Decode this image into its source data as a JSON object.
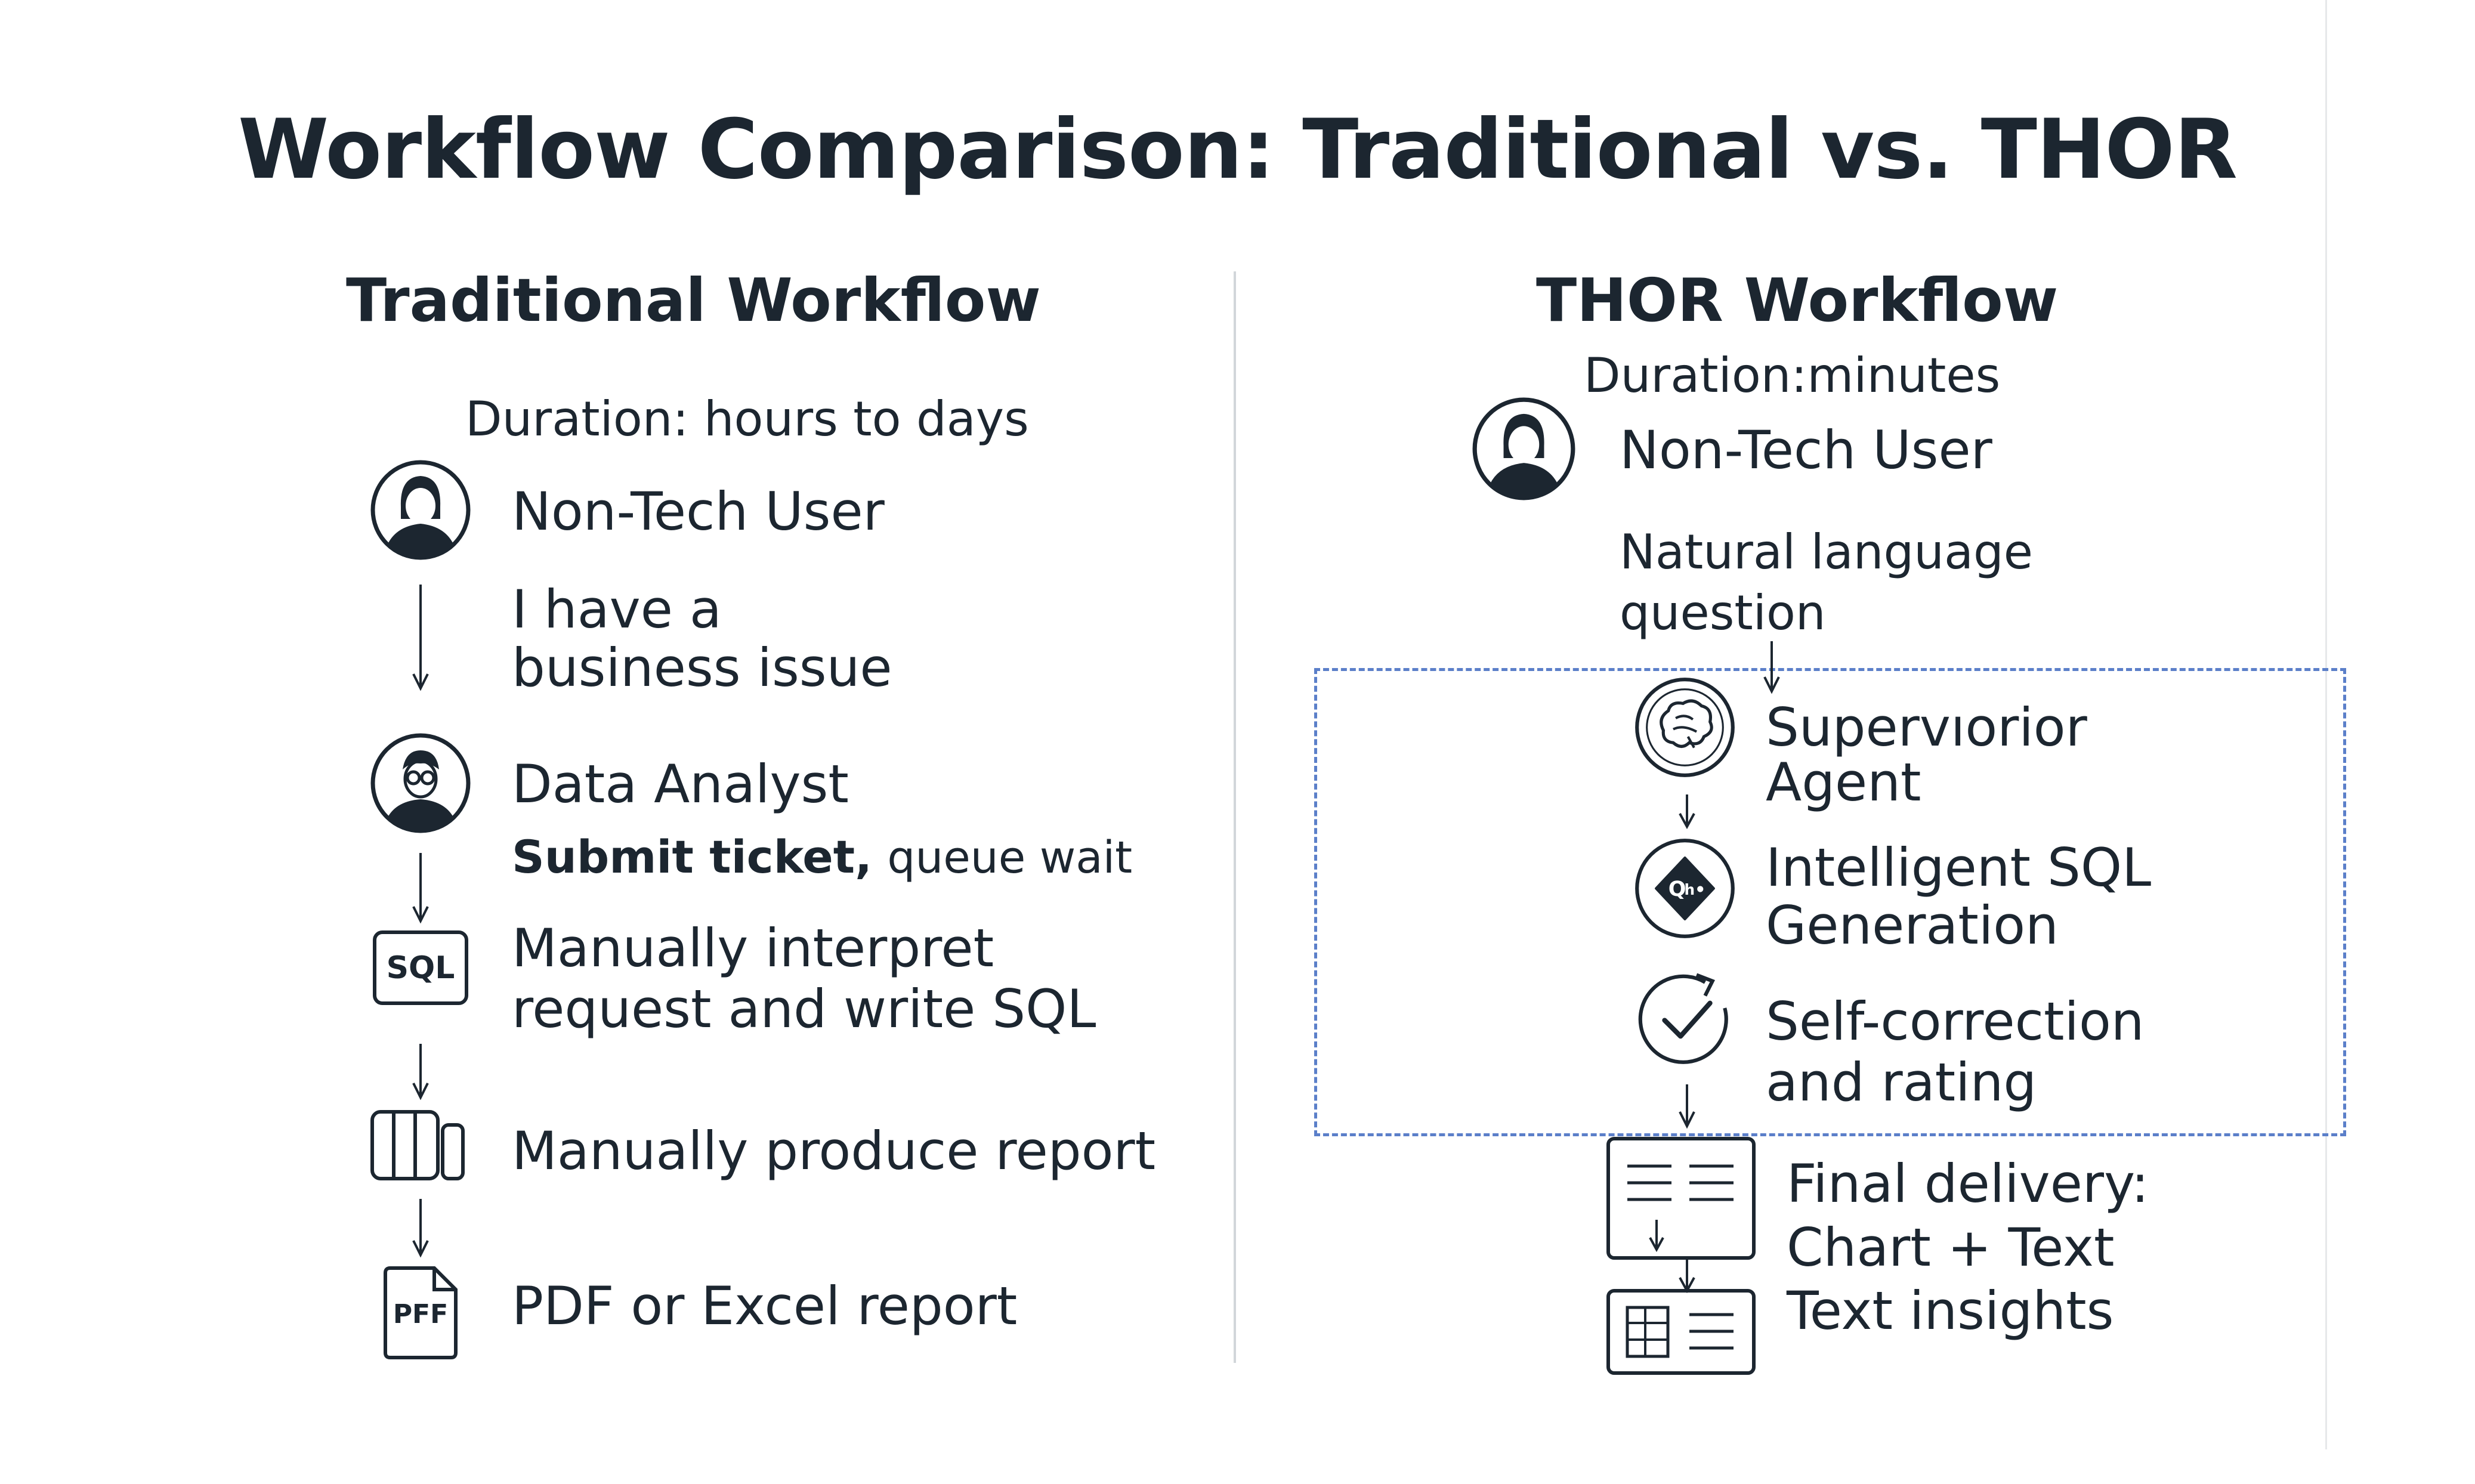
{
  "title": "Workflow Comparison: Traditional vs. THOR",
  "traditional": {
    "heading": "Traditional Workflow",
    "duration": "Duration: hours to days",
    "steps": {
      "user": "Non-Tech User",
      "issue_line1": "I have a",
      "issue_line2": "business issue",
      "analyst": "Data Analyst",
      "ticket_bold": "Submit ticket,",
      "ticket_rest": "queue wait",
      "sql_icon_text": "SQL",
      "write_line1": "Manually interpret",
      "write_line2": "request and write SQL",
      "produce": "Manually produce report",
      "pdf_icon_text": "PFF",
      "output": "PDF or Excel report"
    }
  },
  "thor": {
    "heading": "THOR Workflow",
    "duration": "Duration:minutes",
    "steps": {
      "user": "Non-Tech User",
      "question_line1": "Natural language",
      "question_line2": "question",
      "agent_line1": "Supervıorior",
      "agent_line2": "Agent",
      "sql_line1": "Intelligent SQL",
      "sql_line2": "Generation",
      "correct_line1": "Self-correction",
      "correct_line2": "and rating",
      "final_line1": "Final delivery:",
      "final_line2": "Chart + Text",
      "final_line3": "Text insights"
    }
  },
  "colors": {
    "text": "#1c2630",
    "dashed_border": "#5b7fc9",
    "divider": "#d2d6da"
  }
}
